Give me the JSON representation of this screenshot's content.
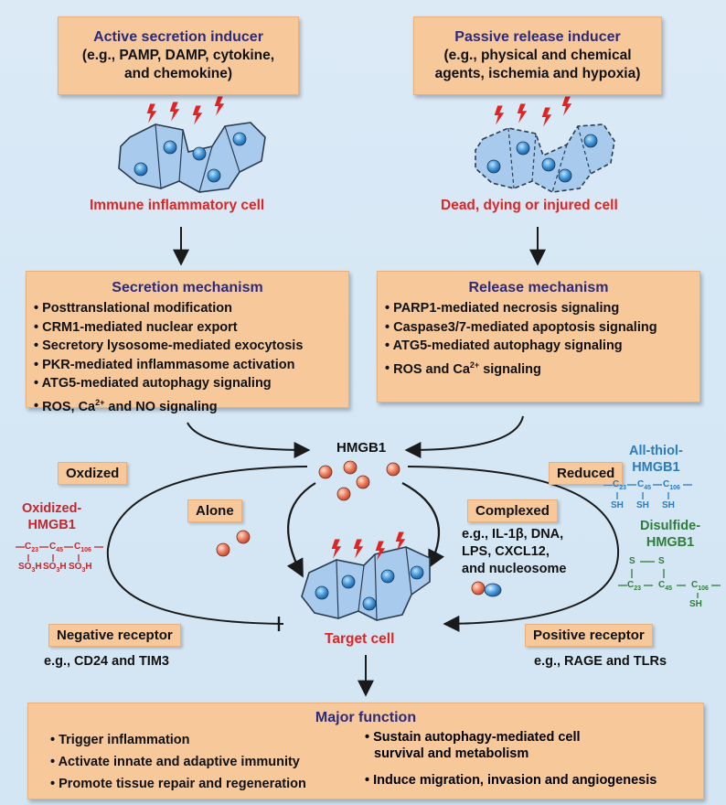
{
  "active_box": {
    "title": "Active secretion inducer",
    "line1": "(e.g., PAMP, DAMP, cytokine,",
    "line2": "and chemokine)"
  },
  "passive_box": {
    "title": "Passive release inducer",
    "line1": "(e.g., physical and chemical",
    "line2": "agents,  ischemia and hypoxia)"
  },
  "immune_cell_label": "Immune inflammatory cell",
  "dead_cell_label": "Dead, dying or injured cell",
  "secretion_box": {
    "title": "Secretion mechanism",
    "items": [
      "Posttranslational modification",
      "CRM1-mediated nuclear export",
      "Secretory lysosome-mediated exocytosis",
      "PKR-mediated inflammasome activation",
      "ATG5-mediated autophagy signaling"
    ],
    "last_item_a": "ROS, Ca",
    "last_item_sup": "2+",
    "last_item_b": " and NO signaling"
  },
  "release_box": {
    "title": "Release mechanism",
    "items": [
      "PARP1-mediated necrosis signaling",
      "Caspase3/7-mediated apoptosis signaling",
      "ATG5-mediated autophagy signaling"
    ],
    "last_item_a": "ROS and Ca",
    "last_item_sup": "2+",
    "last_item_b": " signaling"
  },
  "hmgb1_label": "HMGB1",
  "oxdized_tag": "Oxdized",
  "reduced_tag": "Reduced",
  "alone_tag": "Alone",
  "complexed_tag": "Complexed",
  "complexed_examples": [
    "e.g., IL-1β, DNA,",
    "LPS, CXCL12,",
    "and nucleosome"
  ],
  "oxidized_hmgb1": {
    "name_line1": "Oxidized-",
    "name_line2": "HMGB1",
    "c23": "C",
    "s23": "23",
    "c45": "C",
    "s45": "45",
    "c106": "C",
    "s106": "106",
    "so3h": "SO",
    "so3h_sub": "3",
    "so3h_end": "H"
  },
  "allthiol_hmgb1": {
    "name_line1": "All-thiol-",
    "name_line2": "HMGB1",
    "sh": "SH"
  },
  "disulfide_hmgb1": {
    "name_line1": "Disulfide-",
    "name_line2": "HMGB1",
    "s": "S",
    "sh": "SH"
  },
  "negative_receptor_tag": "Negative receptor",
  "negative_receptor_examples": "e.g., CD24 and TIM3",
  "positive_receptor_tag": "Positive receptor",
  "positive_receptor_examples": "e.g., RAGE and TLRs",
  "target_cell_label": "Target cell",
  "function_box": {
    "title": "Major function",
    "left": [
      "Trigger inflammation",
      "Activate innate and adaptive immunity",
      "Promote tissue repair and regeneration"
    ],
    "right_1a": "Sustain autophagy-mediated cell",
    "right_1b": "survival and metabolism",
    "right_2": "Induce migration, invasion and angiogenesis"
  },
  "colors": {
    "box_fill": "#f6c89a",
    "title_navy": "#2e2a7a",
    "label_red": "#e02424",
    "oxidized_red": "#c0282d",
    "allthiol_blue": "#2b7bbf",
    "disulfide_green": "#2e7d3a",
    "cell_blue": "#9cc3e6",
    "lightning_red": "#e02424",
    "hmgb1_orange": "#e8755a"
  }
}
